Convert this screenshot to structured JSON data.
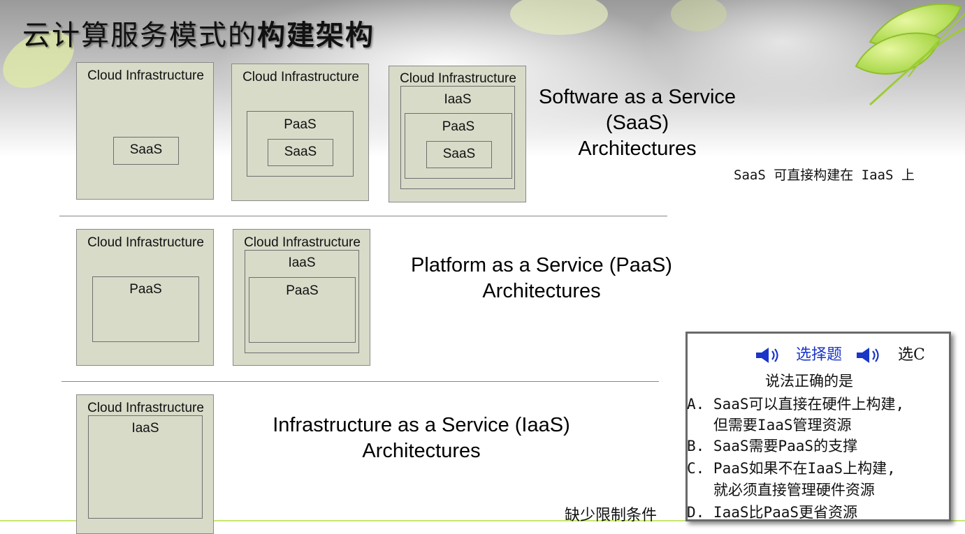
{
  "slide": {
    "title_part1": "云计算服务模式的",
    "title_part2": "构建架构"
  },
  "diagrams": {
    "label_cloud": "Cloud Infrastructure",
    "label_saas": "SaaS",
    "label_paas": "PaaS",
    "label_iaas": "IaaS"
  },
  "captions": {
    "saas_line1": "Software as a Service",
    "saas_line2": "(SaaS)",
    "saas_line3": "Architectures",
    "paas_line1": "Platform as a Service (PaaS)",
    "paas_line2": "Architectures",
    "iaas_line1": "Infrastructure as a Service (IaaS)",
    "iaas_line2": "Architectures"
  },
  "notes": {
    "saas_on_iaas": "SaaS 可直接构建在 IaaS 上",
    "missing_constraint": "缺少限制条件"
  },
  "quiz": {
    "header": "选择题",
    "answer": "选C",
    "question": "说法正确的是",
    "option_a_line1": "A. SaaS可以直接在硬件上构建,",
    "option_a_line2": "   但需要IaaS管理资源",
    "option_b": "B. SaaS需要PaaS的支撑",
    "option_c_line1": "C. PaaS如果不在IaaS上构建,",
    "option_c_line2": "   就必须直接管理硬件资源",
    "option_d": "D. IaaS比PaaS更省资源"
  },
  "colors": {
    "box_fill": "#d7dbc8",
    "quiz_header": "#1a35c8",
    "leaf_green": "#b6e24a"
  }
}
